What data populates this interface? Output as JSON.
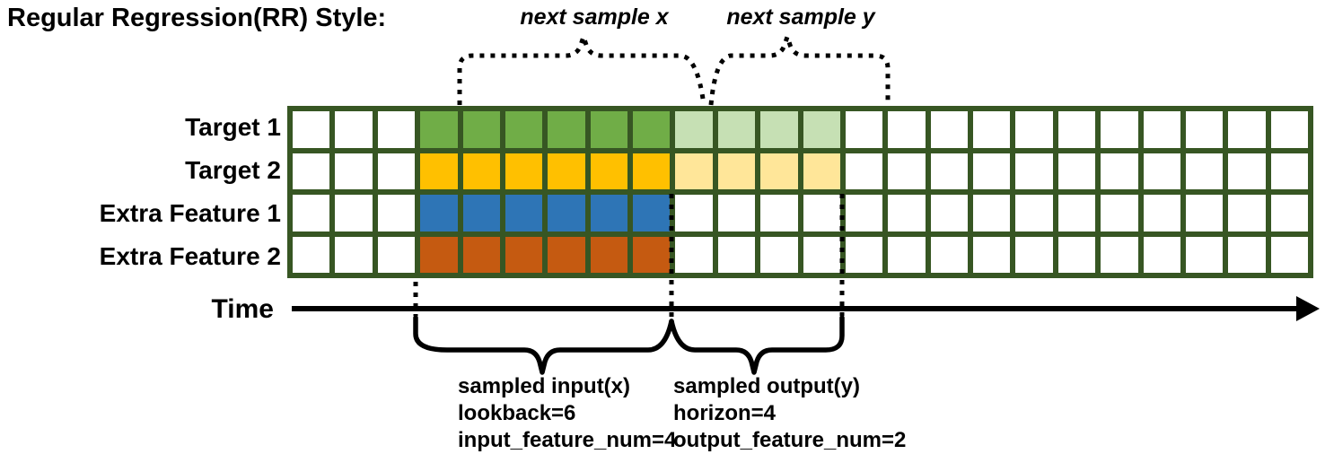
{
  "title": "Regular Regression(RR) Style:",
  "top_annotations": {
    "next_sample_x": "next sample x",
    "next_sample_y": "next sample y"
  },
  "time_axis": {
    "label": "Time"
  },
  "grid": {
    "total_columns": 24,
    "leading_empty_columns": 3,
    "lookback_columns": 6,
    "horizon_columns": 4,
    "line_color": "#375623",
    "empty_fill": "#FFFFFF",
    "rows": [
      {
        "label": "Target 1",
        "lookback_fill": "#70AD47",
        "horizon_fill": "#C6E0B4"
      },
      {
        "label": "Target 2",
        "lookback_fill": "#FFC000",
        "horizon_fill": "#FFE699"
      },
      {
        "label": "Extra Feature 1",
        "lookback_fill": "#2E75B6",
        "horizon_fill": null
      },
      {
        "label": "Extra Feature 2",
        "lookback_fill": "#C55A11",
        "horizon_fill": null
      }
    ]
  },
  "sampled_input": {
    "lines": [
      "sampled input(x)",
      "lookback=6",
      "input_feature_num=4"
    ]
  },
  "sampled_output": {
    "lines": [
      "sampled output(y)",
      "horizon=4",
      "output_feature_num=2"
    ]
  },
  "annotation_color": "#000000"
}
